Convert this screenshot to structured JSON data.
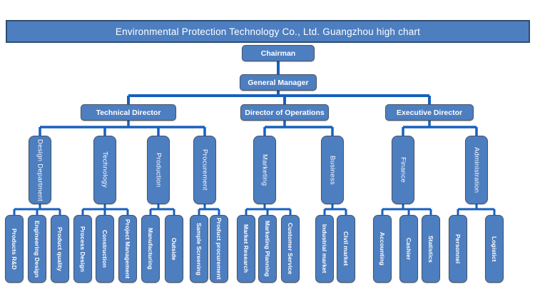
{
  "title": "Environmental Protection Technology Co., Ltd. Guangzhou high chart",
  "colors": {
    "node_fill": "#4d7ec0",
    "node_border": "#44546a",
    "connector": "#1760bf",
    "title_border": "#2e4d71",
    "text": "#ffffff"
  },
  "org": {
    "chairman": {
      "label": "Chairman"
    },
    "general_manager": {
      "label": "General Manager"
    },
    "directors": [
      {
        "label": "Technical Director"
      },
      {
        "label": "Director of Operations"
      },
      {
        "label": "Executive Director"
      }
    ],
    "departments": [
      {
        "label": "Design Department",
        "parent": "Technical Director"
      },
      {
        "label": "Technology",
        "parent": "Technical Director"
      },
      {
        "label": "Production",
        "parent": "Technical Director"
      },
      {
        "label": "Procurement",
        "parent": "Technical Director"
      },
      {
        "label": "Marketing",
        "parent": "Director of Operations"
      },
      {
        "label": "Business",
        "parent": "Director of Operations"
      },
      {
        "label": "Finance",
        "parent": "Executive Director"
      },
      {
        "label": "Administration",
        "parent": "Executive Director"
      }
    ],
    "units": [
      {
        "label": "Products R&D",
        "parent": "Design Department"
      },
      {
        "label": "Engineering Design",
        "parent": "Design Department"
      },
      {
        "label": "Product quality",
        "parent": "Design Department"
      },
      {
        "label": "Process Design",
        "parent": "Technology"
      },
      {
        "label": "Construction",
        "parent": "Technology"
      },
      {
        "label": "Project Management",
        "parent": "Technology"
      },
      {
        "label": "Manufacturing",
        "parent": "Production"
      },
      {
        "label": "Outside",
        "parent": "Production"
      },
      {
        "label": "Sample Screening",
        "parent": "Procurement"
      },
      {
        "label": "Product procurement",
        "parent": "Procurement"
      },
      {
        "label": "Market Research",
        "parent": "Marketing"
      },
      {
        "label": "Marketing Planning",
        "parent": "Marketing"
      },
      {
        "label": "Customer Service",
        "parent": "Marketing"
      },
      {
        "label": "Industrial market",
        "parent": "Business"
      },
      {
        "label": "Civil market",
        "parent": "Business"
      },
      {
        "label": "Accounting",
        "parent": "Finance"
      },
      {
        "label": "Cashier",
        "parent": "Finance"
      },
      {
        "label": "Statistics",
        "parent": "Finance"
      },
      {
        "label": "Personnel",
        "parent": "Administration"
      },
      {
        "label": "Logistict",
        "parent": "Administration"
      }
    ]
  }
}
